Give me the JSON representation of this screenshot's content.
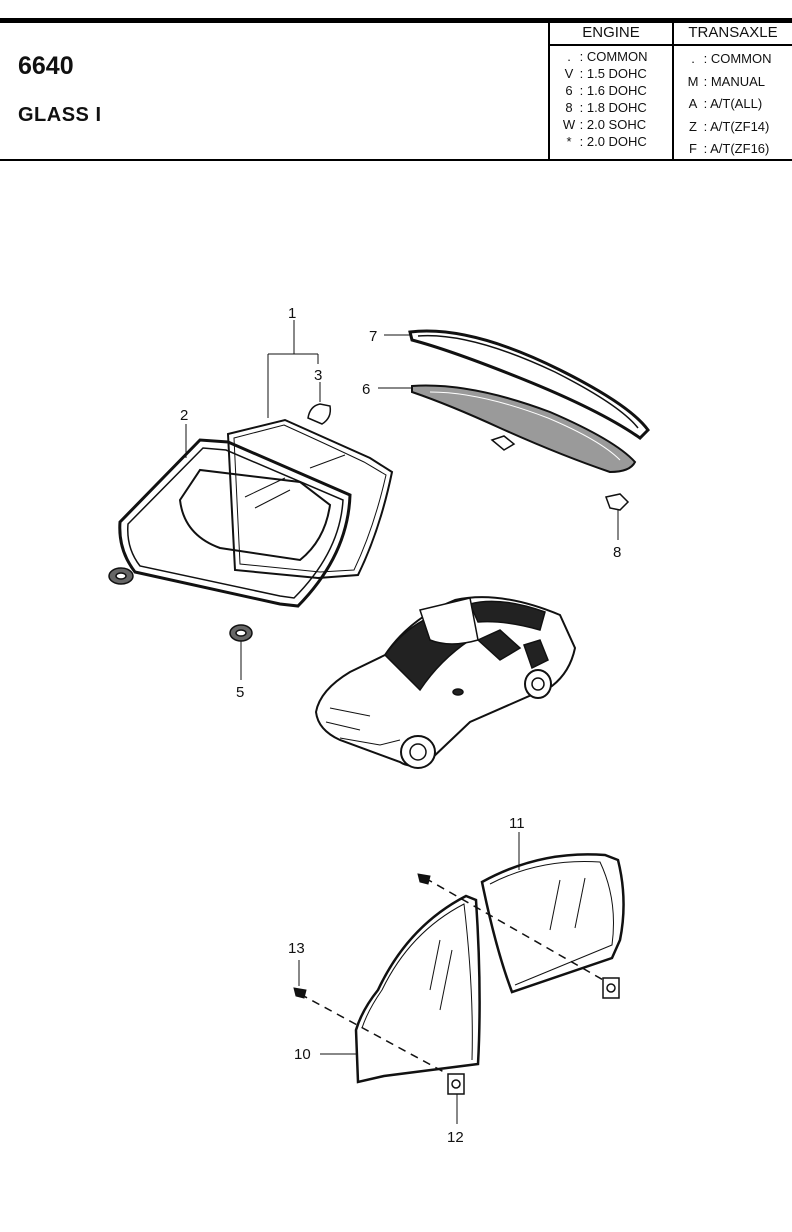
{
  "header": {
    "code": "6640",
    "section": "GLASS I",
    "engine": {
      "title": "ENGINE",
      "options": [
        {
          "key": ".",
          "value": ": COMMON"
        },
        {
          "key": "V",
          "value": ": 1.5 DOHC"
        },
        {
          "key": "6",
          "value": ": 1.6 DOHC"
        },
        {
          "key": "8",
          "value": ": 1.8 DOHC"
        },
        {
          "key": "W",
          "value": ": 2.0 SOHC"
        },
        {
          "key": "*",
          "value": ": 2.0 DOHC"
        }
      ]
    },
    "transaxle": {
      "title": "TRANSAXLE",
      "options": [
        {
          "key": ".",
          "value": ": COMMON"
        },
        {
          "key": "M",
          "value": ": MANUAL"
        },
        {
          "key": "A",
          "value": ": A/T(ALL)"
        },
        {
          "key": "Z",
          "value": ": A/T(ZF14)"
        },
        {
          "key": "F",
          "value": ": A/T(ZF16)"
        }
      ]
    }
  },
  "diagram": {
    "callouts": [
      "1",
      "2",
      "3",
      "5",
      "6",
      "7",
      "8",
      "10",
      "11",
      "12",
      "13"
    ]
  },
  "colors": {
    "ink": "#111111",
    "glass_tint": "#9a9a9a",
    "paper": "#ffffff"
  }
}
